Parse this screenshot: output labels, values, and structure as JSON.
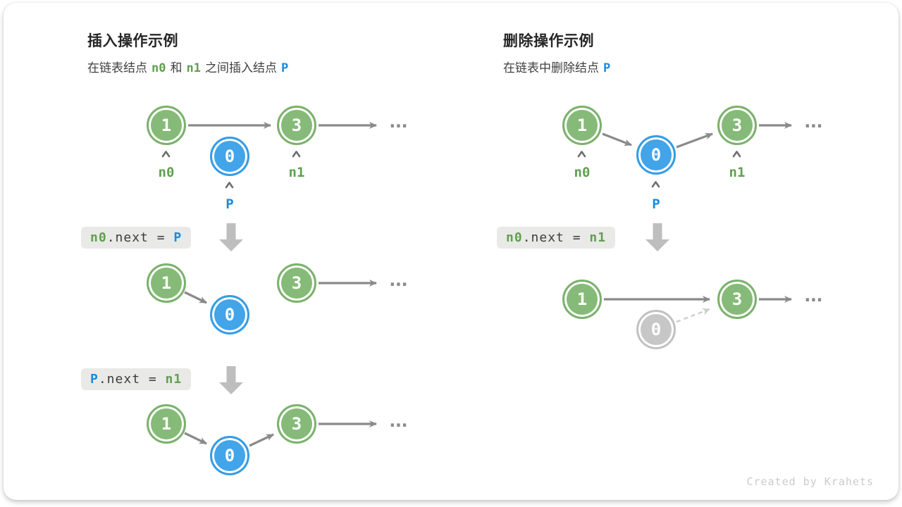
{
  "colors": {
    "node_green": "#86BA78",
    "node_blue": "#42A4E9",
    "node_gray": "#C7C7C7",
    "text_green": "#5FA14E",
    "text_blue": "#148CE0",
    "arrow_gray": "#8A8A8A",
    "dashed_gray": "#CDCDCD",
    "block_arrow": "#BEBEBE",
    "code_box_bg": "#E9E9E7"
  },
  "insert": {
    "title": "插入操作示例",
    "subtitle": {
      "prefix": "在链表结点",
      "mid": "和",
      "suffix": "之间插入结点"
    },
    "labels": {
      "n0": "n0",
      "n1": "n1",
      "p": "P"
    },
    "nodes": {
      "n1_value": "1",
      "n3_value": "3",
      "p_value": "0"
    },
    "ellipsis": "...",
    "step1": {
      "lhs": "n0",
      "op": ".next = ",
      "rhs": "P"
    },
    "step2": {
      "lhs": "P",
      "op": ".next = ",
      "rhs": "n1"
    }
  },
  "delete": {
    "title": "删除操作示例",
    "subtitle": {
      "prefix": "在链表中删除结点"
    },
    "labels": {
      "n0": "n0",
      "n1": "n1",
      "p": "P"
    },
    "nodes": {
      "n1_value": "1",
      "n3_value": "3",
      "p_value": "0"
    },
    "ellipsis": "...",
    "step1": {
      "lhs": "n0",
      "op": ".next = ",
      "rhs": "n1"
    }
  },
  "credit": "Created by Krahets"
}
